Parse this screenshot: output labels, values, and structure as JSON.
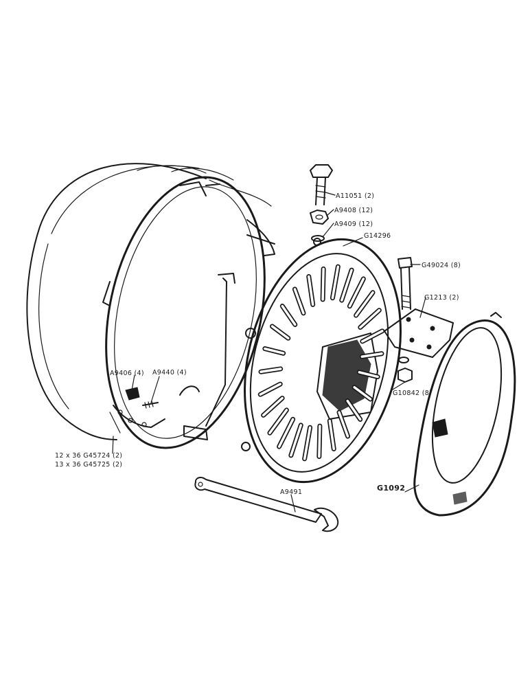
{
  "labels": {
    "a11051": "A11051 (2)",
    "a9408": "A9408 (12)",
    "a9409": "A9409 (12)",
    "g14296": "G14296",
    "g49024": "G49024 (8)",
    "g1213": "G1213 (2)",
    "g10842": "G10842 (8)",
    "a9406": "A9406 (4)",
    "a9440": "A9440 (4)",
    "tire12": "12 x 36  G45724 (2)",
    "tire13": "13 x 36  G45725 (2)",
    "a9491": "A9491",
    "g1092": "G1092"
  }
}
